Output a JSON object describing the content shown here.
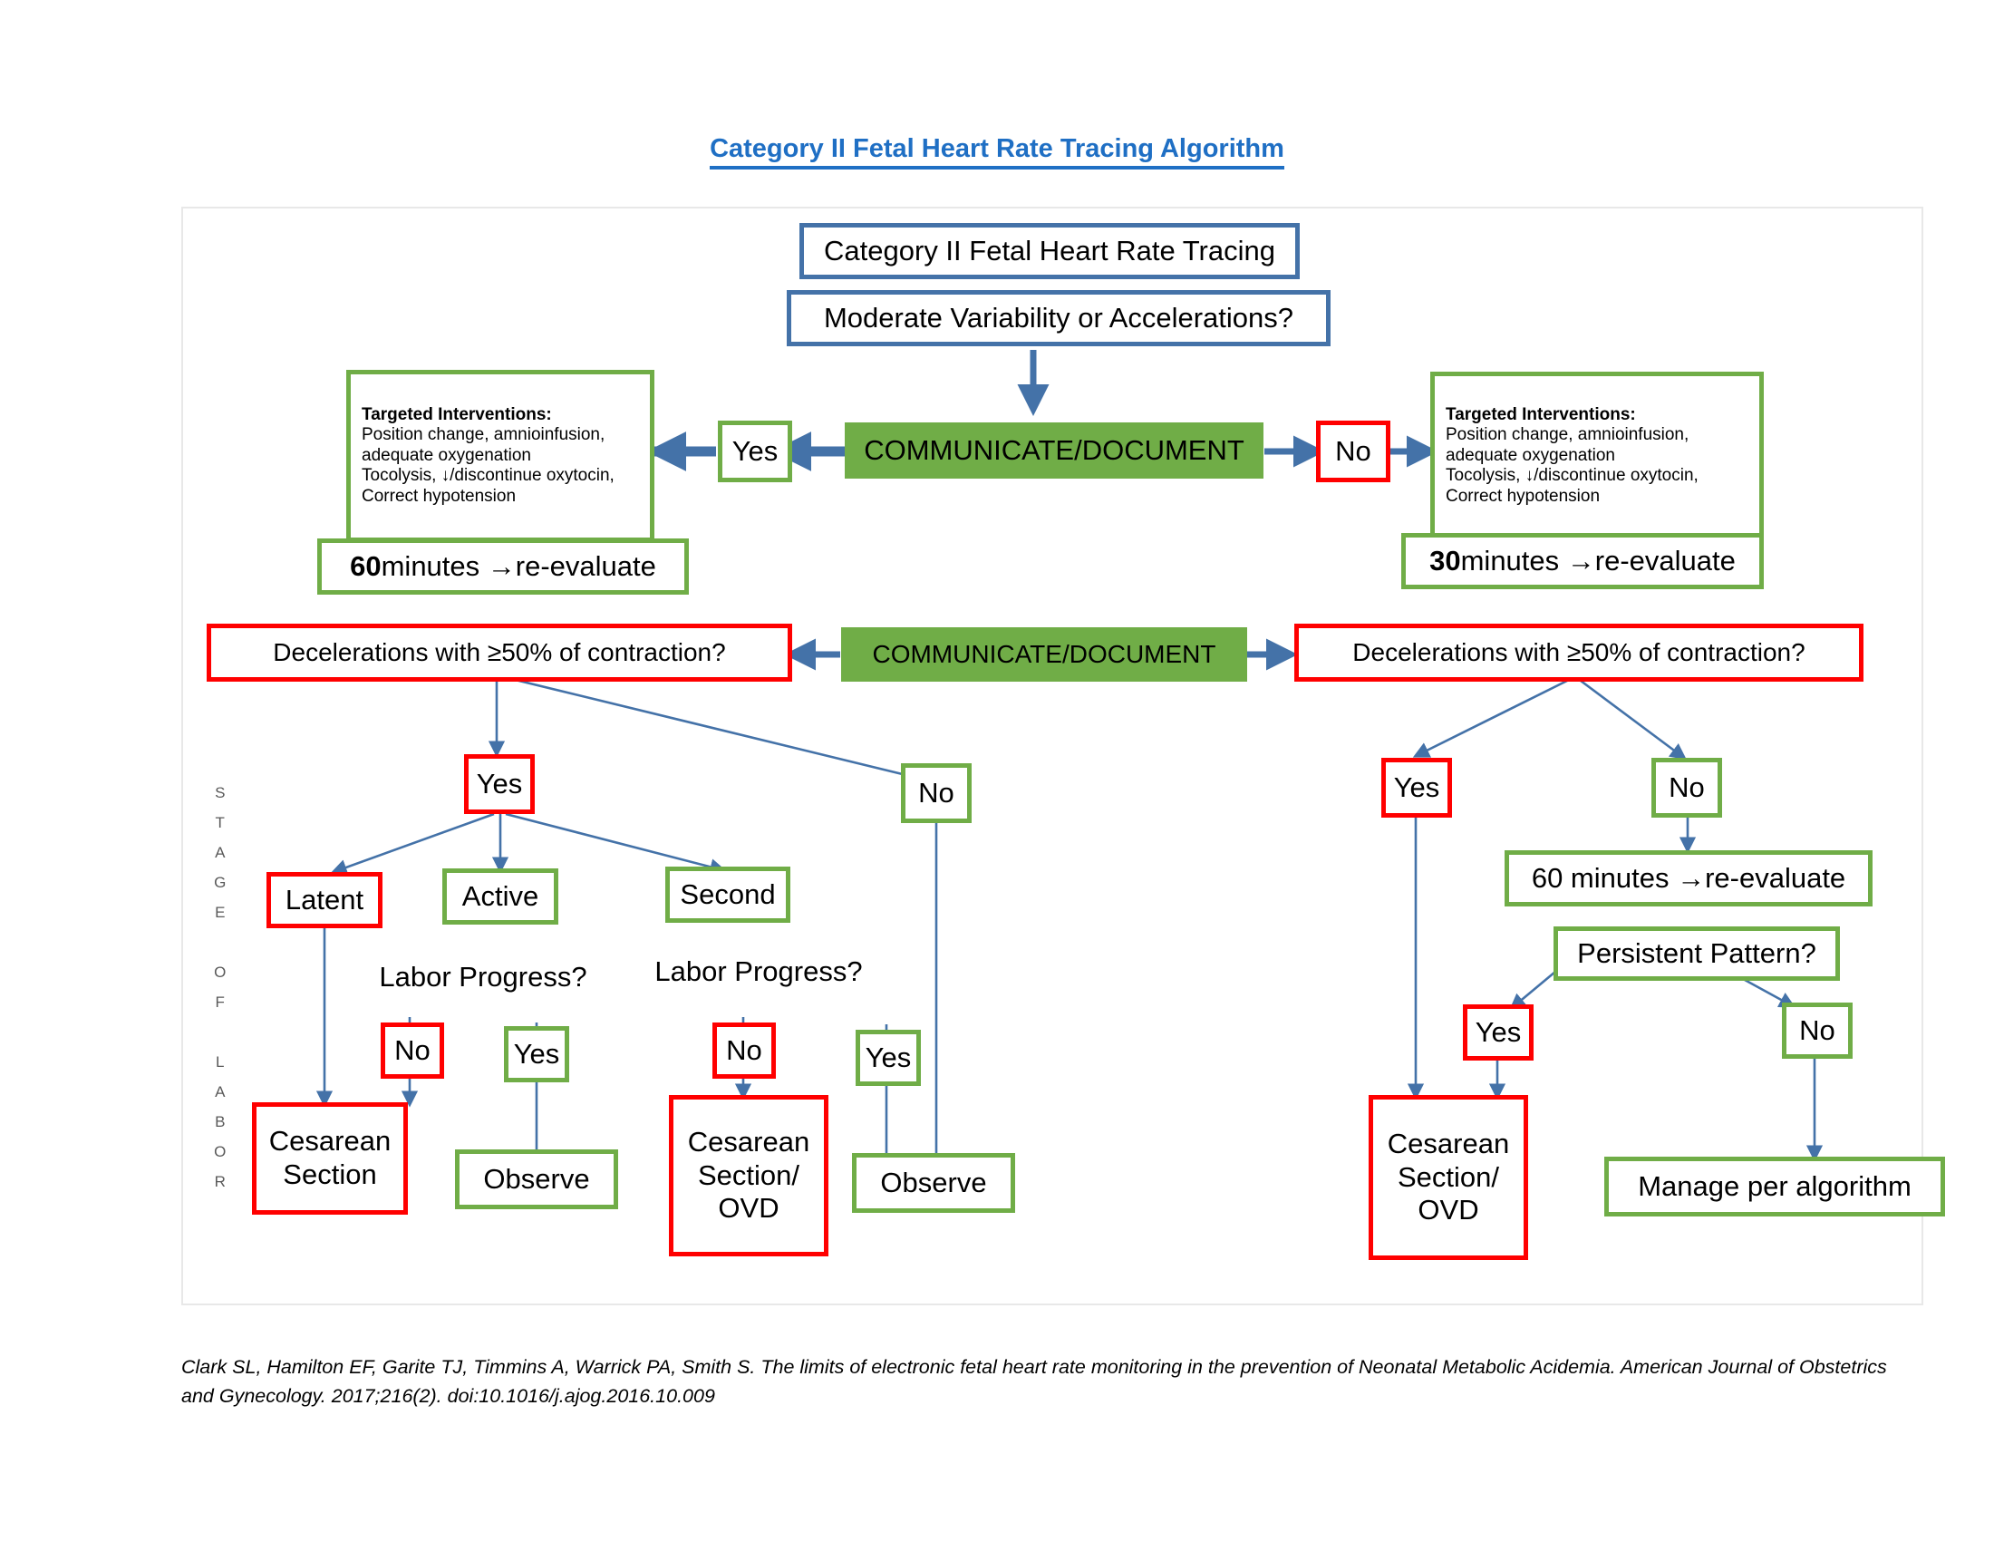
{
  "title": "Category II Fetal Heart Rate Tracing Algorithm",
  "colors": {
    "accent_blue": "#1F6FC4",
    "box_blue": "#4472A8",
    "box_green": "#70AD47",
    "box_red": "#FF0000",
    "fill_green": "#70AD47",
    "frame_gray": "#E8E8E8"
  },
  "nodes": {
    "root": "Category II Fetal Heart Rate Tracing",
    "question_variability": "Moderate Variability or Accelerations?",
    "communicate_1": "COMMUNICATE/DOCUMENT",
    "communicate_2": "COMMUNICATE/DOCUMENT",
    "yes_top": "Yes",
    "no_top": "No",
    "interventions_title": "Targeted Interventions:",
    "interventions_line1": "Position change, amnioinfusion,",
    "interventions_line2": "adequate oxygenation",
    "interventions_line3": "Tocolysis, ↓/discontinue oxytocin,",
    "interventions_line4": "Correct hypotension",
    "reevaluate_60_left_bold": "60",
    "reevaluate_60_left_rest": " minutes →re-evaluate",
    "reevaluate_30_right_bold": "30",
    "reevaluate_30_right_rest": " minutes →re-evaluate",
    "decel_left": "Decelerations with ≥50% of contraction?",
    "decel_right": "Decelerations with ≥50% of contraction?",
    "left_yes": "Yes",
    "left_no": "No",
    "stage_latent": "Latent",
    "stage_active": "Active",
    "stage_second": "Second",
    "labor_progress_1": "Labor Progress?",
    "labor_progress_2": "Labor Progress?",
    "lp1_no": "No",
    "lp1_yes": "Yes",
    "lp2_no": "No",
    "lp2_yes": "Yes",
    "cesarean_section": "Cesarean Section",
    "observe_1": "Observe",
    "cesarean_section_ovd_left": "Cesarean Section/ OVD",
    "observe_2": "Observe",
    "right_yes": "Yes",
    "right_no": "No",
    "reevaluate_60_right": "60 minutes →re-evaluate",
    "persistent_pattern": "Persistent Pattern?",
    "pp_yes": "Yes",
    "pp_no": "No",
    "cesarean_section_ovd_right": "Cesarean Section/ OVD",
    "manage_per_algorithm": "Manage per algorithm"
  },
  "stage_of_labor_letters": [
    "S",
    "T",
    "A",
    "G",
    "E",
    "",
    "O",
    "F",
    "",
    "L",
    "A",
    "B",
    "O",
    "R"
  ],
  "caption": "Clark SL, Hamilton EF, Garite TJ, Timmins A, Warrick PA, Smith S. The limits of electronic fetal heart rate monitoring in the prevention of Neonatal Metabolic Acidemia. American Journal of Obstetrics and Gynecology. 2017;216(2). doi:10.1016/j.ajog.2016.10.009"
}
